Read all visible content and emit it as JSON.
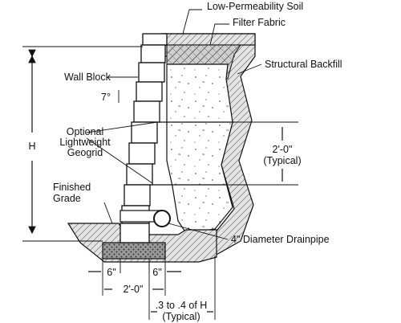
{
  "labels": {
    "low_permeability_soil": "Low-Permeability Soil",
    "filter_fabric": "Filter Fabric",
    "structural_backfill": "Structural Backfill",
    "wall_block": "Wall Block",
    "batter_angle": "7°",
    "optional_geogrid_line1": "Optional",
    "optional_geogrid_line2": "Lightweight",
    "optional_geogrid_line3": "Geogrid",
    "height": "H",
    "geogrid_spacing": "2'-0\"",
    "geogrid_spacing_note": "(Typical)",
    "finished_grade_line1": "Finished",
    "finished_grade_line2": "Grade",
    "drainpipe": "4\" Diameter Drainpipe",
    "base_left": "6\"",
    "base_right": "6\"",
    "base_width": "2'-0\"",
    "embed_line1": ".3 to .4 of H",
    "embed_line2": "(Typical)"
  }
}
